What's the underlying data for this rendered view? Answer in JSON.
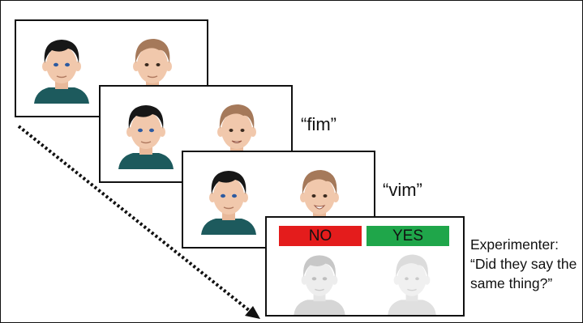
{
  "utterances": [
    "“fim”",
    "“vim”"
  ],
  "buttons": {
    "no": "NO",
    "yes": "YES",
    "no_color": "#e41c1c",
    "yes_color": "#1fa64a"
  },
  "experimenter_note": [
    "Experimenter:",
    "“Did they say the",
    "same thing?”"
  ],
  "colors": {
    "dark_hair": "#171717",
    "brown_hair": "#a5795a",
    "skin": "#f1c8ac",
    "shirt": "#1d5a5d",
    "faded": "#d6d6d6"
  }
}
